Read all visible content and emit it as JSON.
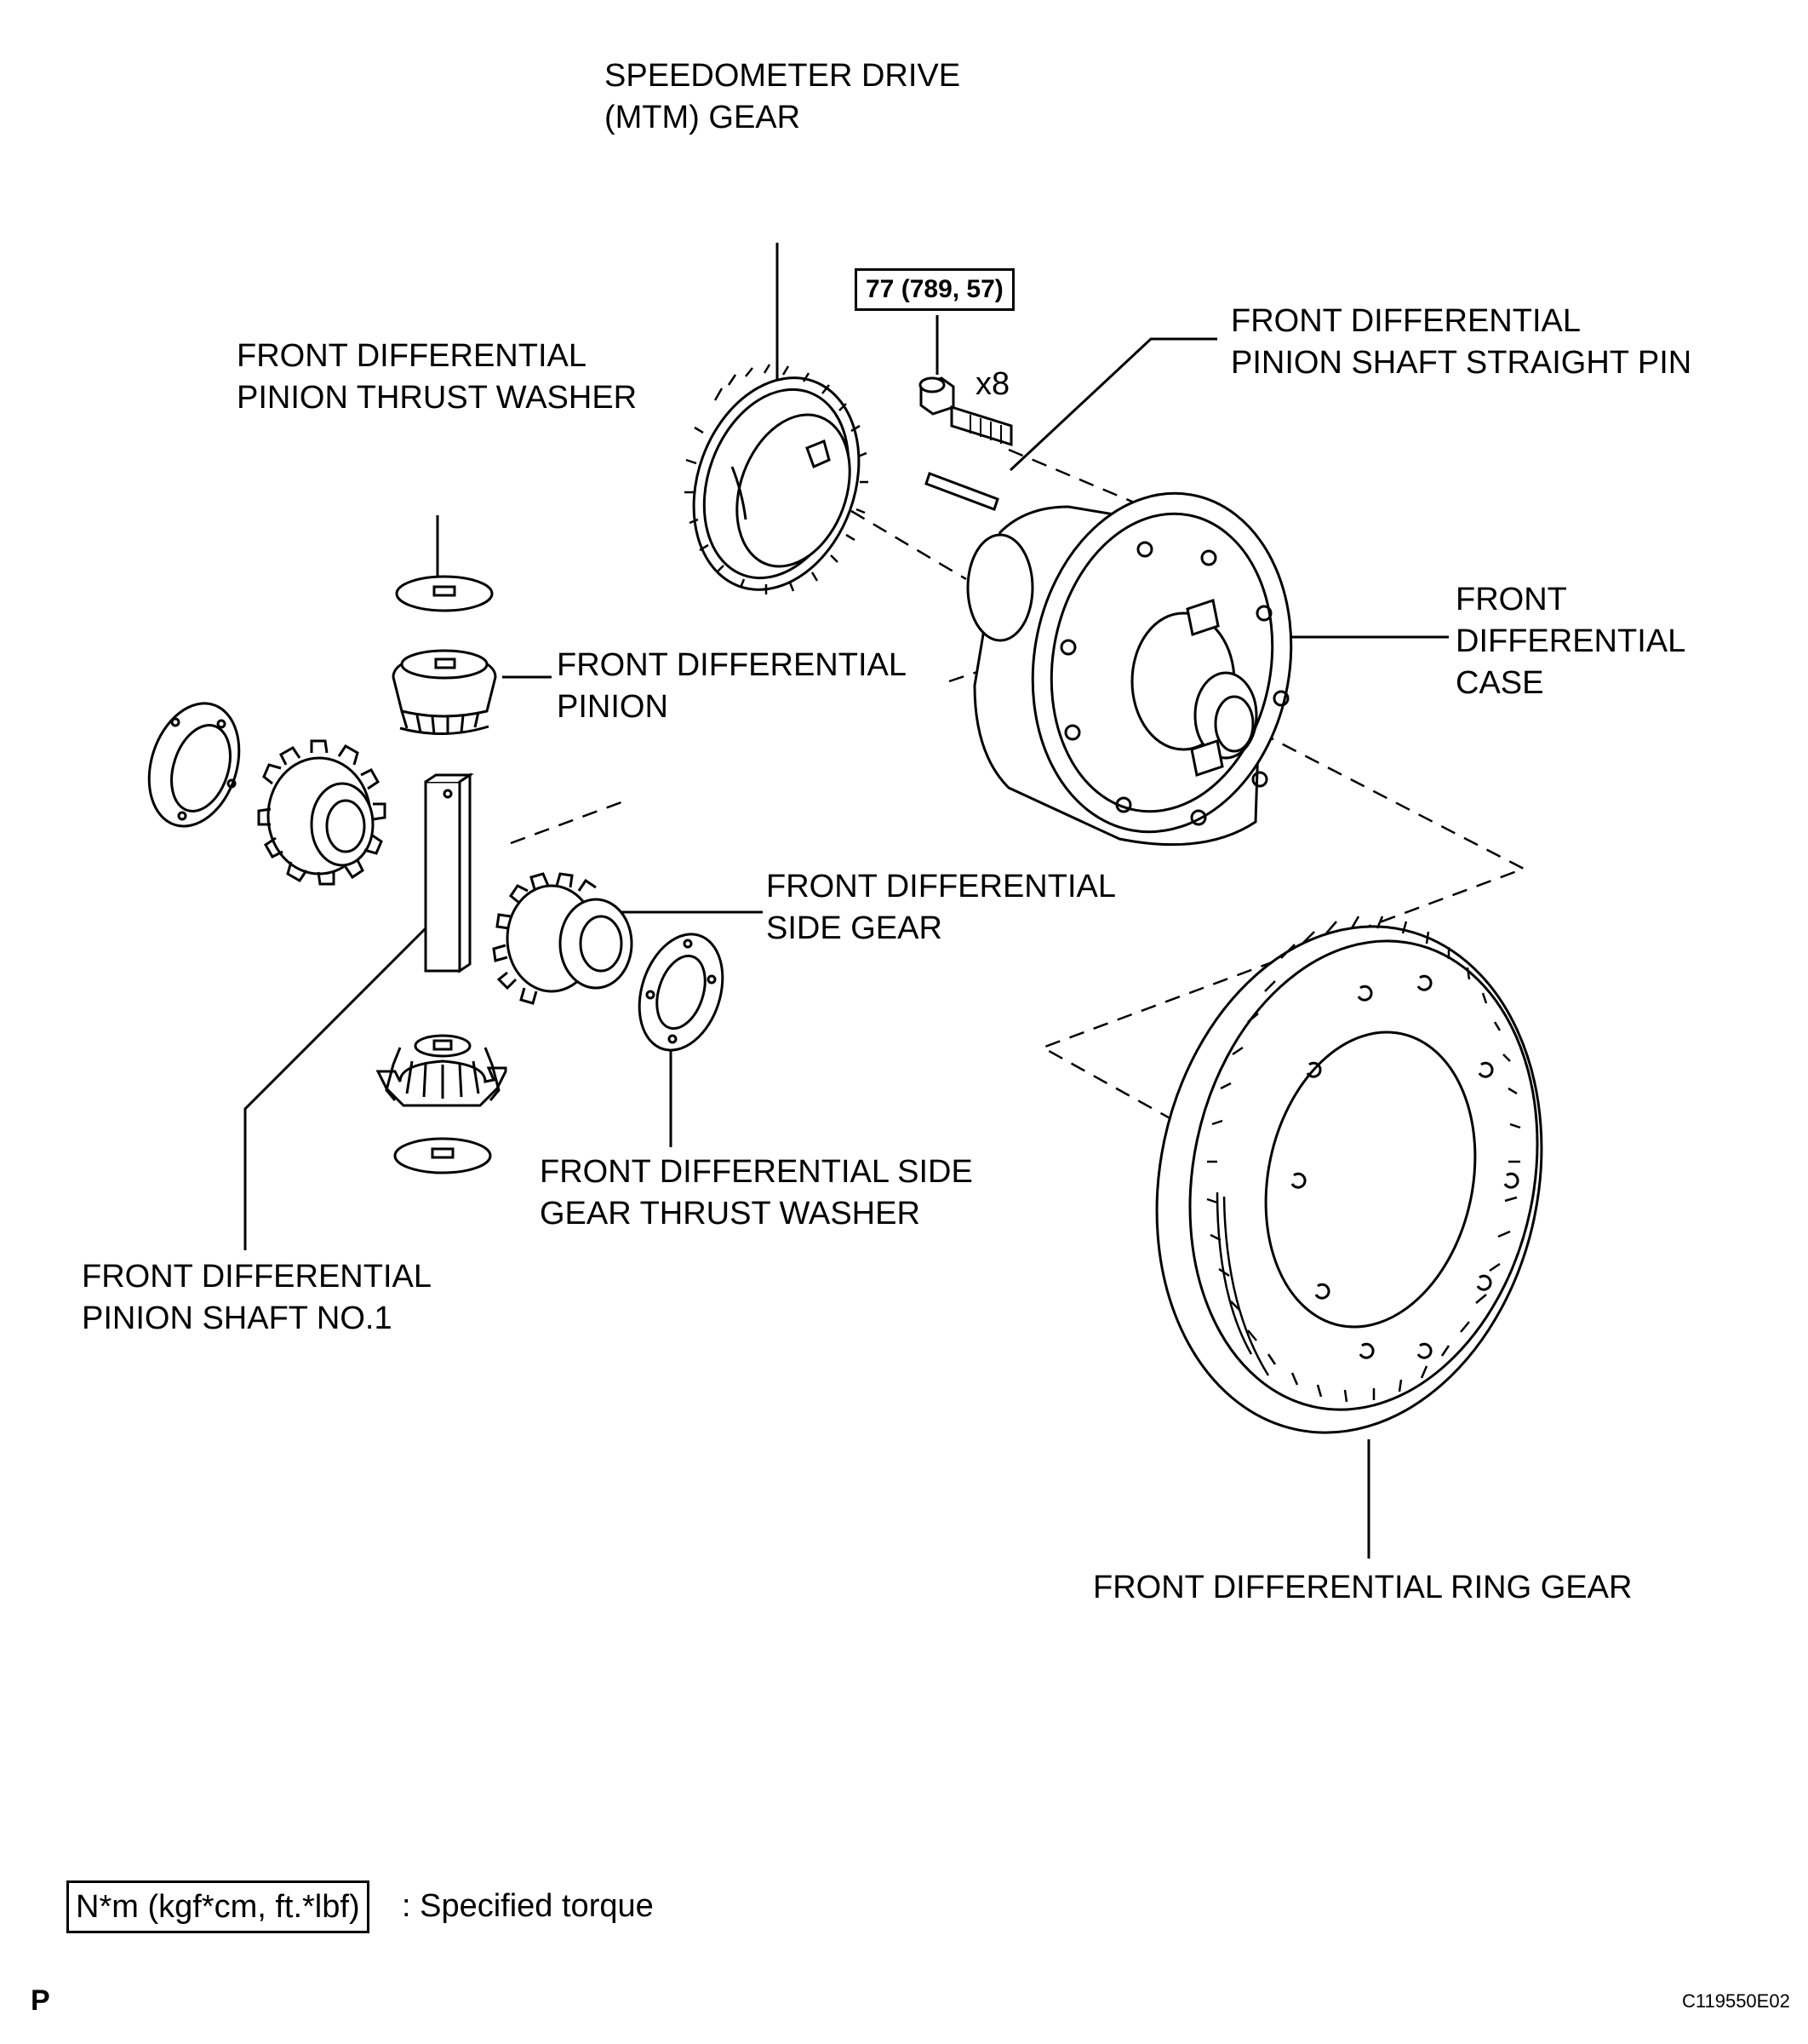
{
  "labels": {
    "speedometer_l1": "SPEEDOMETER DRIVE",
    "speedometer_l2": "(MTM) GEAR",
    "pinion_thrust_l1": "FRONT DIFFERENTIAL",
    "pinion_thrust_l2": "PINION THRUST WASHER",
    "straight_pin_l1": "FRONT DIFFERENTIAL",
    "straight_pin_l2": "PINION SHAFT STRAIGHT PIN",
    "case_l1": "FRONT",
    "case_l2": "DIFFERENTIAL",
    "case_l3": "CASE",
    "pinion_l1": "FRONT DIFFERENTIAL",
    "pinion_l2": "PINION",
    "side_gear_l1": "FRONT DIFFERENTIAL",
    "side_gear_l2": "SIDE GEAR",
    "side_washer_l1": "FRONT DIFFERENTIAL SIDE",
    "side_washer_l2": "GEAR THRUST WASHER",
    "shaft_l1": "FRONT DIFFERENTIAL",
    "shaft_l2": "PINION SHAFT NO.1",
    "ring_gear": "FRONT DIFFERENTIAL RING GEAR",
    "bolt_qty": "x8"
  },
  "torque": {
    "value": "77 (789, 57)"
  },
  "legend": {
    "units": "N*m (kgf*cm, ft.*lbf)",
    "text": ": Specified torque"
  },
  "footer": {
    "section": "P",
    "code": "C119550E02"
  }
}
